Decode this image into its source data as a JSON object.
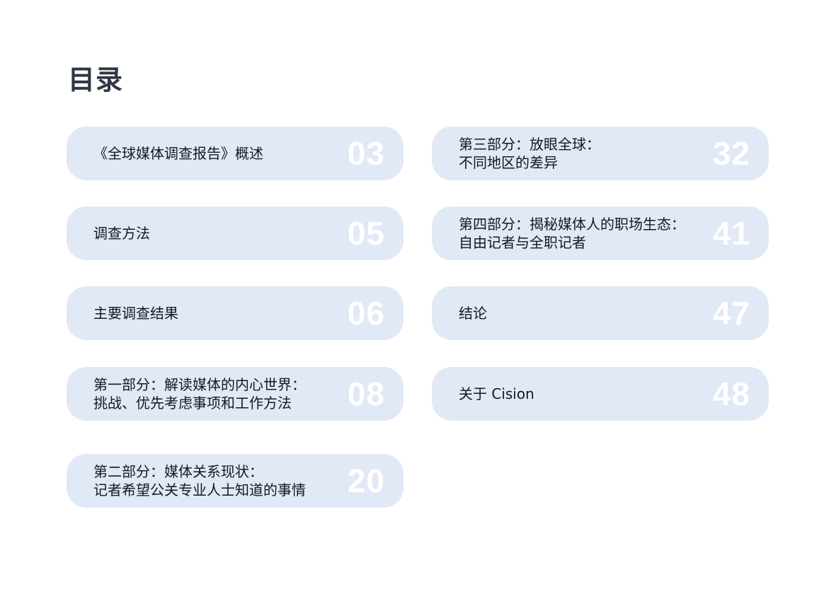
{
  "page_title": "目录",
  "toc": {
    "left": [
      {
        "label": "《全球媒体调查报告》概述",
        "page": "03"
      },
      {
        "label": "调查方法",
        "page": "05"
      },
      {
        "label": "主要调查结果",
        "page": "06"
      },
      {
        "label": "第一部分：解读媒体的内心世界：\n挑战、优先考虑事项和工作方法",
        "page": "08"
      },
      {
        "label": "第二部分：媒体关系现状：\n记者希望公关专业人士知道的事情",
        "page": "20"
      }
    ],
    "right": [
      {
        "label": "第三部分：放眼全球：\n不同地区的差异",
        "page": "32"
      },
      {
        "label": "第四部分：揭秘媒体人的职场生态：\n自由记者与全职记者",
        "page": "41"
      },
      {
        "label": "结论",
        "page": "47"
      },
      {
        "label": "关于 Cision",
        "page": "48"
      }
    ]
  },
  "colors": {
    "card_background": "#e1e8f6",
    "page_number": "#ffffff",
    "title": "#2f3744",
    "text": "#16191d"
  }
}
